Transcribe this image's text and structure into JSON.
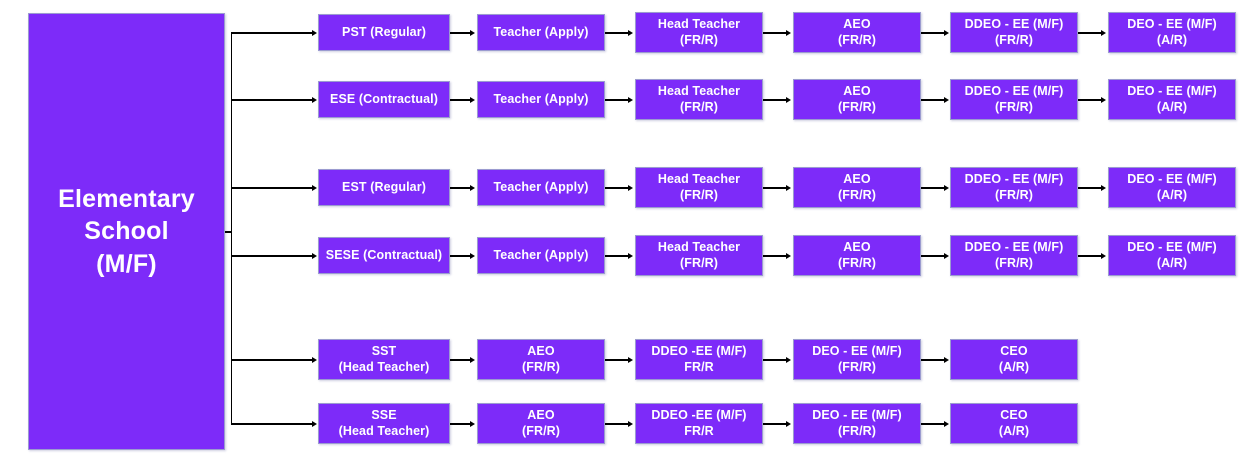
{
  "diagram": {
    "title": "Elementary School Career Progression Flowchart",
    "colors": {
      "node_fill": "#7d2bf9",
      "node_text": "#ffffff",
      "node_border": "#9b9bd0",
      "connector": "#000000",
      "background": "#ffffff"
    },
    "root": {
      "id": "elementary-school",
      "line1": "Elementary",
      "line2": "School",
      "line3": "(M/F)"
    },
    "rows": [
      {
        "id": "row-pst",
        "nodes": [
          {
            "id": "pst-regular",
            "line1": "PST (Regular)",
            "line2": ""
          },
          {
            "id": "teacher-apply",
            "line1": "Teacher (Apply)",
            "line2": ""
          },
          {
            "id": "head-teacher",
            "line1": "Head Teacher",
            "line2": "(FR/R)"
          },
          {
            "id": "aeo",
            "line1": "AEO",
            "line2": "(FR/R)"
          },
          {
            "id": "ddeo-ee",
            "line1": "DDEO - EE (M/F)",
            "line2": "(FR/R)"
          },
          {
            "id": "deo-ee",
            "line1": "DEO - EE (M/F)",
            "line2": "(A/R)"
          }
        ]
      },
      {
        "id": "row-ese",
        "nodes": [
          {
            "id": "ese-contractual",
            "line1": "ESE (Contractual)",
            "line2": ""
          },
          {
            "id": "teacher-apply",
            "line1": "Teacher (Apply)",
            "line2": ""
          },
          {
            "id": "head-teacher",
            "line1": "Head Teacher",
            "line2": "(FR/R)"
          },
          {
            "id": "aeo",
            "line1": "AEO",
            "line2": "(FR/R)"
          },
          {
            "id": "ddeo-ee",
            "line1": "DDEO - EE (M/F)",
            "line2": "(FR/R)"
          },
          {
            "id": "deo-ee",
            "line1": "DEO - EE (M/F)",
            "line2": "(A/R)"
          }
        ]
      },
      {
        "id": "row-est",
        "nodes": [
          {
            "id": "est-regular",
            "line1": "EST (Regular)",
            "line2": ""
          },
          {
            "id": "teacher-apply",
            "line1": "Teacher (Apply)",
            "line2": ""
          },
          {
            "id": "head-teacher",
            "line1": "Head Teacher",
            "line2": "(FR/R)"
          },
          {
            "id": "aeo",
            "line1": "AEO",
            "line2": "(FR/R)"
          },
          {
            "id": "ddeo-ee",
            "line1": "DDEO - EE (M/F)",
            "line2": "(FR/R)"
          },
          {
            "id": "deo-ee",
            "line1": "DEO - EE (M/F)",
            "line2": "(A/R)"
          }
        ]
      },
      {
        "id": "row-sese",
        "nodes": [
          {
            "id": "sese-contractual",
            "line1": "SESE (Contractual)",
            "line2": ""
          },
          {
            "id": "teacher-apply",
            "line1": "Teacher (Apply)",
            "line2": ""
          },
          {
            "id": "head-teacher",
            "line1": "Head Teacher",
            "line2": "(FR/R)"
          },
          {
            "id": "aeo",
            "line1": "AEO",
            "line2": "(FR/R)"
          },
          {
            "id": "ddeo-ee",
            "line1": "DDEO - EE (M/F)",
            "line2": "(FR/R)"
          },
          {
            "id": "deo-ee",
            "line1": "DEO - EE (M/F)",
            "line2": "(A/R)"
          }
        ]
      },
      {
        "id": "row-sst",
        "nodes": [
          {
            "id": "sst-head-teacher",
            "line1": "SST",
            "line2": "(Head Teacher)"
          },
          {
            "id": "aeo",
            "line1": "AEO",
            "line2": "(FR/R)"
          },
          {
            "id": "ddeo-ee",
            "line1": "DDEO -EE (M/F)",
            "line2": "FR/R"
          },
          {
            "id": "deo-ee",
            "line1": "DEO - EE (M/F)",
            "line2": "(FR/R)"
          },
          {
            "id": "ceo",
            "line1": "CEO",
            "line2": "(A/R)"
          }
        ]
      },
      {
        "id": "row-sse",
        "nodes": [
          {
            "id": "sse-head-teacher",
            "line1": "SSE",
            "line2": "(Head Teacher)"
          },
          {
            "id": "aeo",
            "line1": "AEO",
            "line2": "(FR/R)"
          },
          {
            "id": "ddeo-ee",
            "line1": "DDEO -EE (M/F)",
            "line2": "FR/R"
          },
          {
            "id": "deo-ee",
            "line1": "DEO - EE (M/F)",
            "line2": "(FR/R)"
          },
          {
            "id": "ceo",
            "line1": "CEO",
            "line2": "(A/R)"
          }
        ]
      }
    ]
  }
}
